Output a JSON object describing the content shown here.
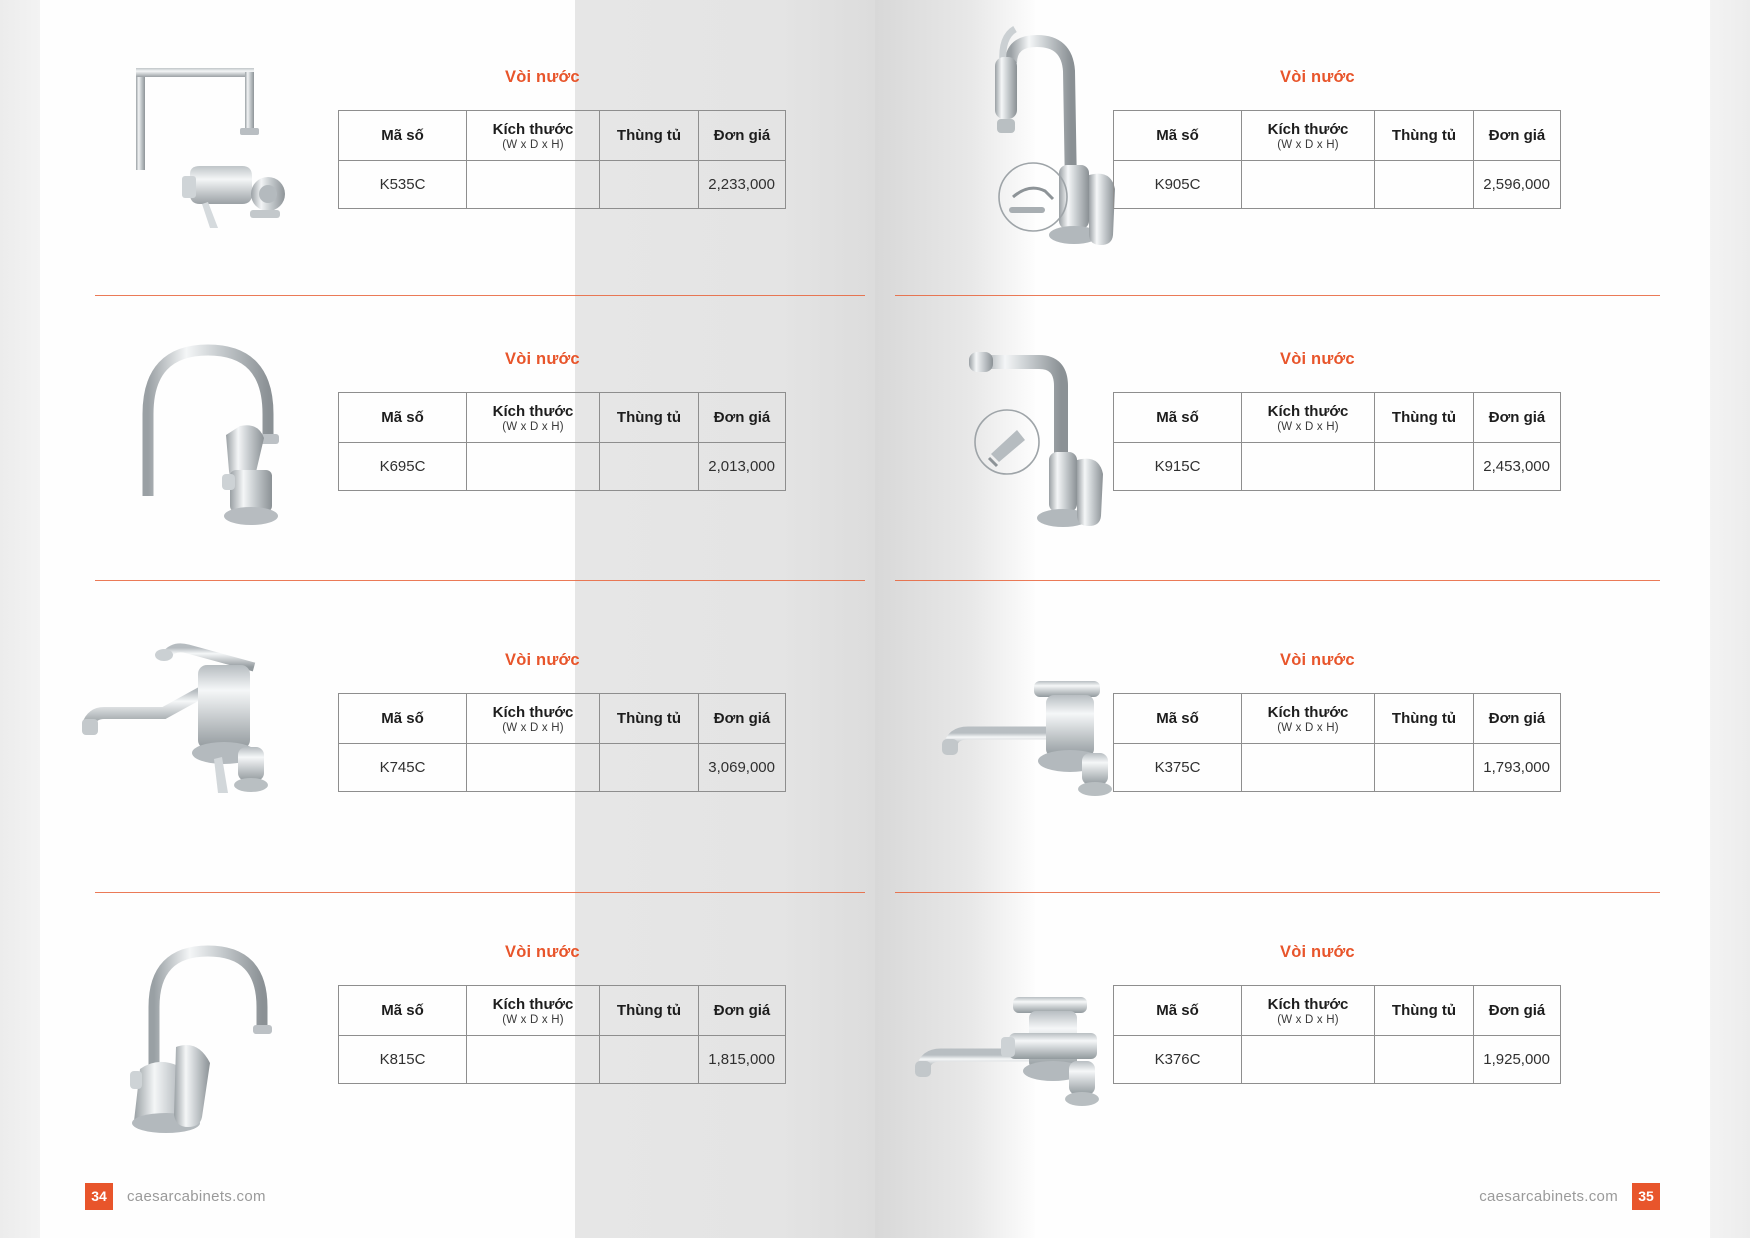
{
  "meta": {
    "accent_color": "#e8552b",
    "table_border_color": "#8e8e8e",
    "background_color": "#efefef"
  },
  "table_headers": {
    "code": "Mã số",
    "size": "Kích thước",
    "size_sub": "(W x D x H)",
    "cabinet": "Thùng tủ",
    "price": "Đơn giá"
  },
  "left_page": {
    "footer": {
      "page_number": "34",
      "site": "caesarcabinets.com"
    },
    "products": [
      {
        "title": "Vòi nước",
        "code": "K535C",
        "size": "",
        "cabinet": "",
        "price": "2,233,000",
        "icon": "faucet-wall-swivel"
      },
      {
        "title": "Vòi nước",
        "code": "K695C",
        "size": "",
        "cabinet": "",
        "price": "2,013,000",
        "icon": "faucet-gooseneck"
      },
      {
        "title": "Vòi nước",
        "code": "K745C",
        "size": "",
        "cabinet": "",
        "price": "3,069,000",
        "icon": "faucet-low-arc-lever"
      },
      {
        "title": "Vòi nước",
        "code": "K815C",
        "size": "",
        "cabinet": "",
        "price": "1,815,000",
        "icon": "faucet-curved-spout"
      }
    ]
  },
  "right_page": {
    "footer": {
      "page_number": "35",
      "site": "caesarcabinets.com"
    },
    "products": [
      {
        "title": "Vòi nước",
        "code": "K905C",
        "size": "",
        "cabinet": "",
        "price": "2,596,000",
        "icon": "faucet-pulldown-spray"
      },
      {
        "title": "Vòi nước",
        "code": "K915C",
        "size": "",
        "cabinet": "",
        "price": "2,453,000",
        "icon": "faucet-pullout-spray"
      },
      {
        "title": "Vòi nước",
        "code": "K375C",
        "size": "",
        "cabinet": "",
        "price": "1,793,000",
        "icon": "faucet-deck-long-spout"
      },
      {
        "title": "Vòi nước",
        "code": "K376C",
        "size": "",
        "cabinet": "",
        "price": "1,925,000",
        "icon": "faucet-wall-long-spout"
      }
    ]
  }
}
